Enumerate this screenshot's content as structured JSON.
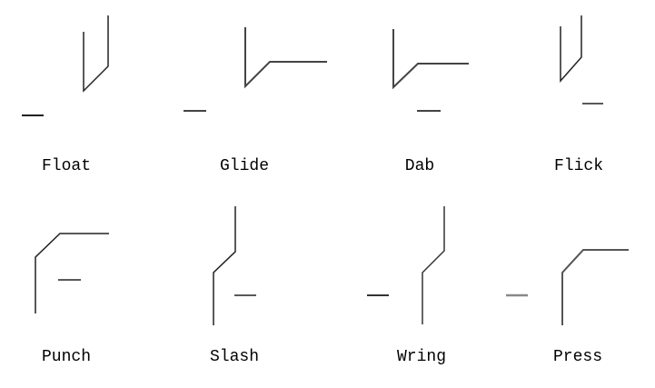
{
  "title": "Effort actions",
  "stroke_color": "#222222",
  "actions": [
    {
      "label": "Float"
    },
    {
      "label": "Glide"
    },
    {
      "label": "Dab"
    },
    {
      "label": "Flick"
    },
    {
      "label": "Punch"
    },
    {
      "label": "Slash"
    },
    {
      "label": "Wring"
    },
    {
      "label": "Press"
    }
  ]
}
